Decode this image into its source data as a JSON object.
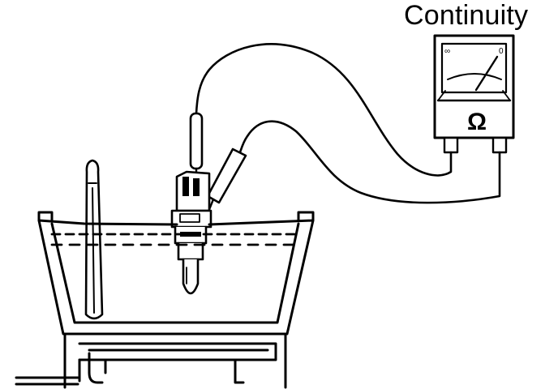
{
  "diagram": {
    "title": "Continuity",
    "meter": {
      "scale_left_label": "∞",
      "scale_right_label": "0",
      "unit_symbol": "Ω"
    }
  },
  "colors": {
    "ink": "#000000",
    "background": "#ffffff"
  },
  "icons": [
    "ohmmeter-icon",
    "thermometer-icon",
    "heater-coil-icon",
    "temperature-sensor-icon",
    "probe-icon"
  ]
}
